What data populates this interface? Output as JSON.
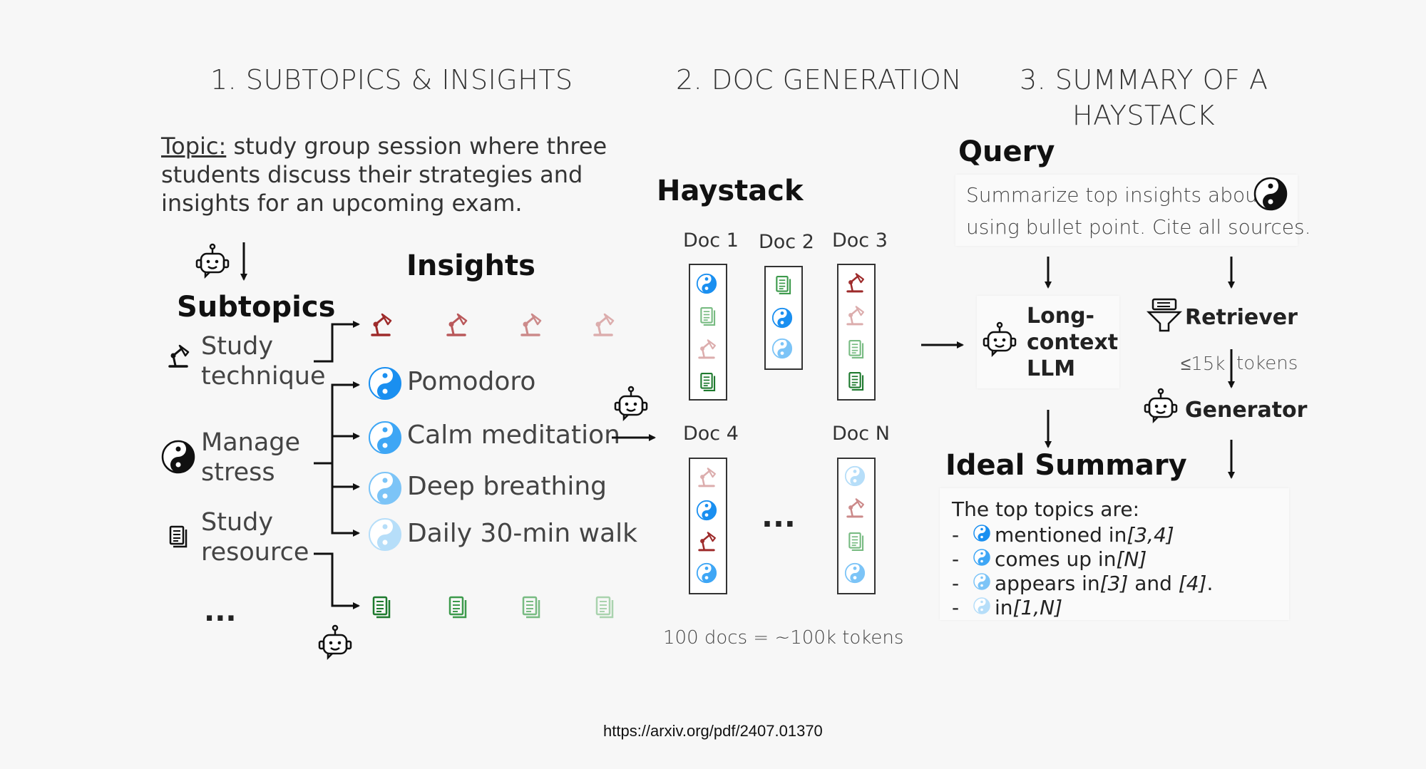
{
  "sections": {
    "s1": "1. SUBTOPICS & INSIGHTS",
    "s2": "2. DOC GENERATION",
    "s3_line1": "3. SUMMARY OF A",
    "s3_line2": "HAYSTACK"
  },
  "topic": {
    "label": "Topic:",
    "text": " study group session where three students discuss their strategies and insights for an upcoming exam."
  },
  "subtopics": {
    "heading": "Subtopics",
    "items": [
      {
        "line1": "Study",
        "line2": "technique",
        "icon": "desk-lamp-icon"
      },
      {
        "line1": "Manage",
        "line2": "stress",
        "icon": "yin-yang-icon"
      },
      {
        "line1": "Study",
        "line2": "resource",
        "icon": "document-icon"
      }
    ],
    "ellipsis": "..."
  },
  "insights": {
    "heading": "Insights",
    "items": [
      "Pomodoro",
      "Calm meditation",
      "Deep breathing",
      "Daily 30-min walk"
    ]
  },
  "haystack": {
    "heading": "Haystack",
    "docs": [
      "Doc 1",
      "Doc 2",
      "Doc 3",
      "Doc 4",
      "Doc N"
    ],
    "ellipsis": "...",
    "footer": "100 docs = ~100k tokens"
  },
  "query": {
    "heading": "Query",
    "line1": "Summarize top insights about",
    "line2": "using bullet point. Cite all sources."
  },
  "llm": {
    "line1": "Long-",
    "line2": "context",
    "line3": "LLM"
  },
  "retriever": {
    "label": "Retriever",
    "tokens_left": "≤15k",
    "tokens_right": "tokens",
    "generator": "Generator"
  },
  "summary": {
    "heading": "Ideal Summary",
    "intro": "The top topics are:",
    "items": [
      {
        "text": "mentioned in ",
        "cite": "[3,4]",
        "tail": ""
      },
      {
        "text": "comes up in ",
        "cite": "[N]",
        "tail": ""
      },
      {
        "text": "appears in ",
        "cite": "[3]",
        "mid": " and ",
        "cite2": "[4]",
        "tail": "."
      },
      {
        "text": "in ",
        "cite": "[1,N]",
        "tail": ""
      }
    ]
  },
  "link": "https://arxiv.org/pdf/2407.01370",
  "colors": {
    "lamp": [
      "#9e2b2b",
      "#b9585a",
      "#cc8a8a",
      "#dcadad"
    ],
    "yinyang": [
      "#1a8ff0",
      "#3ea6f5",
      "#7cc4f7",
      "#b6def9"
    ],
    "doc": [
      "#1e7a2e",
      "#3d9a4c",
      "#78bb82",
      "#a9d3ae"
    ]
  }
}
